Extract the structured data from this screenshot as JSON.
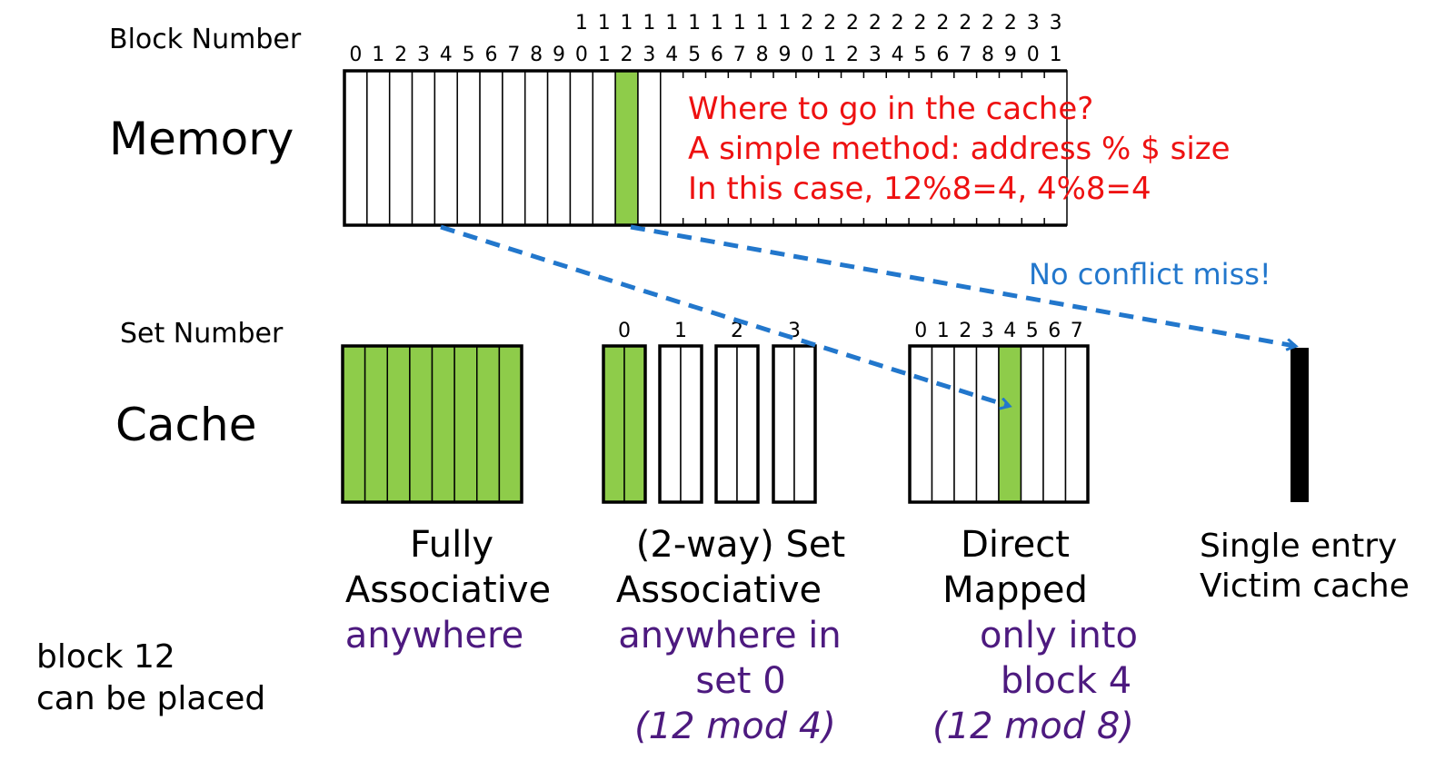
{
  "labels": {
    "block_number": "Block Number",
    "memory": "Memory",
    "set_number": "Set Number",
    "cache": "Cache",
    "bottom_left": [
      "block 12",
      "can be placed"
    ]
  },
  "memory": {
    "block_count": 32,
    "highlighted_block": 12,
    "tick_labels_top": [
      "",
      "",
      "",
      "",
      "",
      "",
      "",
      "",
      "",
      "",
      "1",
      "1",
      "1",
      "1",
      "1",
      "1",
      "1",
      "1",
      "1",
      "1",
      "2",
      "2",
      "2",
      "2",
      "2",
      "2",
      "2",
      "2",
      "2",
      "2",
      "3",
      "3"
    ],
    "tick_labels_bottom": [
      "0",
      "1",
      "2",
      "3",
      "4",
      "5",
      "6",
      "7",
      "8",
      "9",
      "0",
      "1",
      "2",
      "3",
      "4",
      "5",
      "6",
      "7",
      "8",
      "9",
      "0",
      "1",
      "2",
      "3",
      "4",
      "5",
      "6",
      "7",
      "8",
      "9",
      "0",
      "1"
    ],
    "note_lines": [
      "Where to go in the cache?",
      "A simple method: address % $ size",
      "In this case, 12%8=4, 4%8=4"
    ]
  },
  "arrow_note": "No conflict miss!",
  "fully_associative": {
    "blocks": 8,
    "highlight_all": true,
    "title": [
      "Fully",
      "Associative"
    ],
    "rule": [
      "anywhere"
    ],
    "formula": []
  },
  "set_associative": {
    "sets": 4,
    "ways": 2,
    "highlighted_set": 0,
    "set_labels": [
      "0",
      "1",
      "2",
      "3"
    ],
    "title": [
      "(2-way) Set",
      "Associative"
    ],
    "rule": [
      "anywhere in",
      "set 0"
    ],
    "formula": [
      "(12 mod 4)"
    ]
  },
  "direct_mapped": {
    "blocks": 8,
    "highlighted_block": 4,
    "block_labels": [
      "0",
      "1",
      "2",
      "3",
      "4",
      "5",
      "6",
      "7"
    ],
    "title": [
      "Direct",
      "Mapped"
    ],
    "rule": [
      "only into",
      "block 4"
    ],
    "formula": [
      "(12 mod 8)"
    ]
  },
  "victim_cache": {
    "title": [
      "Single entry",
      "Victim cache"
    ]
  },
  "colors": {
    "highlight": "#8ecc4a",
    "note_red": "#ee1111",
    "arrow_blue": "#2277cc",
    "rule_purple": "#4d1a7f",
    "outline": "#000000"
  }
}
